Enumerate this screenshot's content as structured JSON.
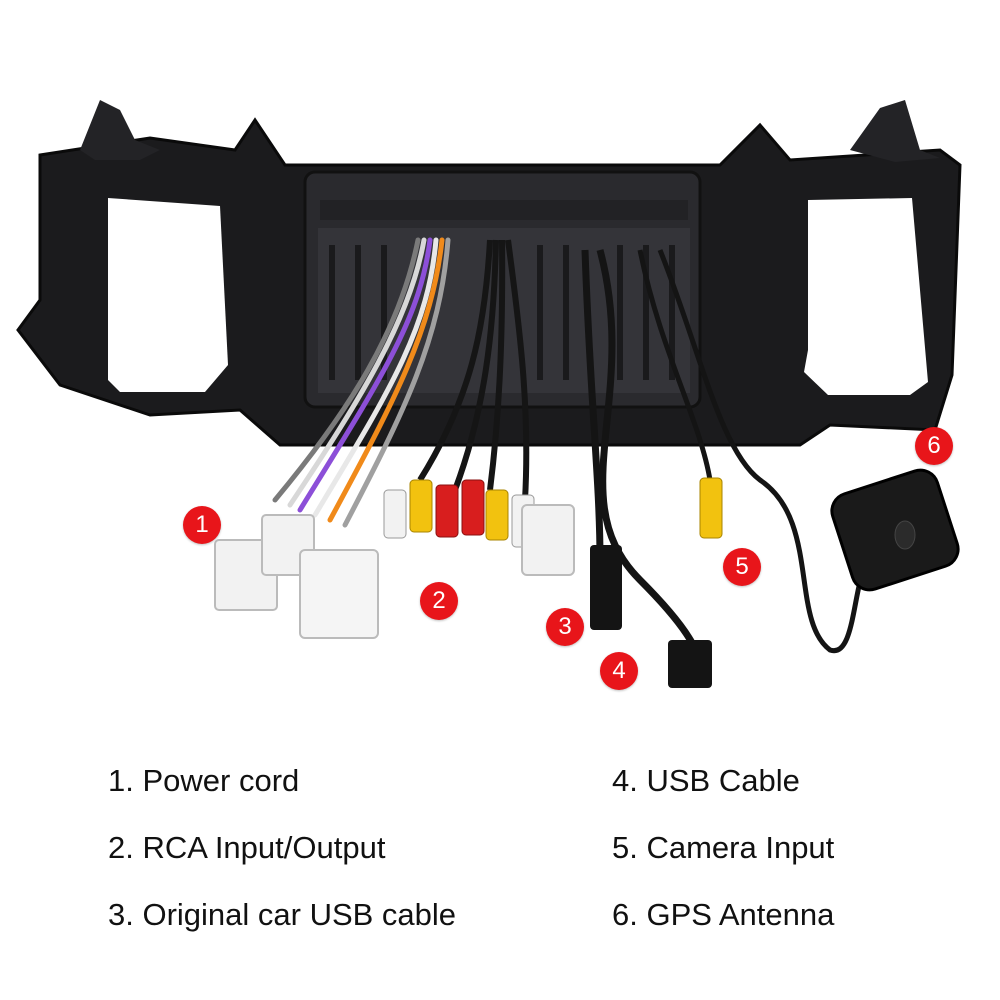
{
  "badges": [
    "1",
    "2",
    "3",
    "4",
    "5",
    "6"
  ],
  "legend": {
    "left": [
      "1. Power cord",
      "2. RCA Input/Output",
      "3. Original car USB cable"
    ],
    "right": [
      "4. USB Cable",
      "5. Camera Input",
      "6. GPS Antenna"
    ]
  },
  "colors": {
    "badge": "#e8151a",
    "frame": "#1b1b1d",
    "connector_white": "#f2f2f2",
    "rca_yellow": "#f2c20f",
    "rca_red": "#d81e1e",
    "cable_black": "#141414"
  },
  "product": {
    "icon": "car-stereo-frame-with-cables"
  }
}
